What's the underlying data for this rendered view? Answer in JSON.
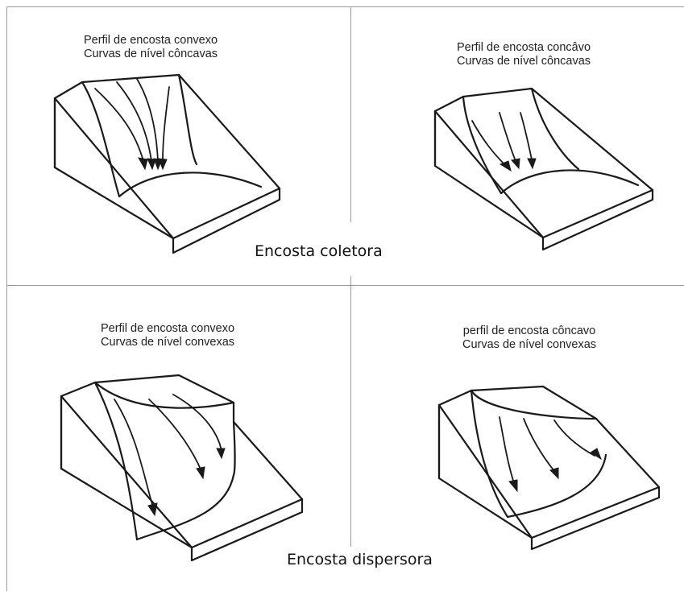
{
  "sections": {
    "collector": {
      "label": "Encosta coletora"
    },
    "dispersor": {
      "label": "Encosta dispersora"
    }
  },
  "panels": [
    {
      "profile": "Perfil de encosta convexo",
      "contours": "Curvas de nível côncavas"
    },
    {
      "profile": "Perfil de encosta concâvo",
      "contours": "Curvas de nível côncavas"
    },
    {
      "profile": "Perfil de encosta convexo",
      "contours": "Curvas de nível convexas"
    },
    {
      "profile": "perfil de encosta côncavo",
      "contours": "Curvas de nível convexas"
    }
  ]
}
